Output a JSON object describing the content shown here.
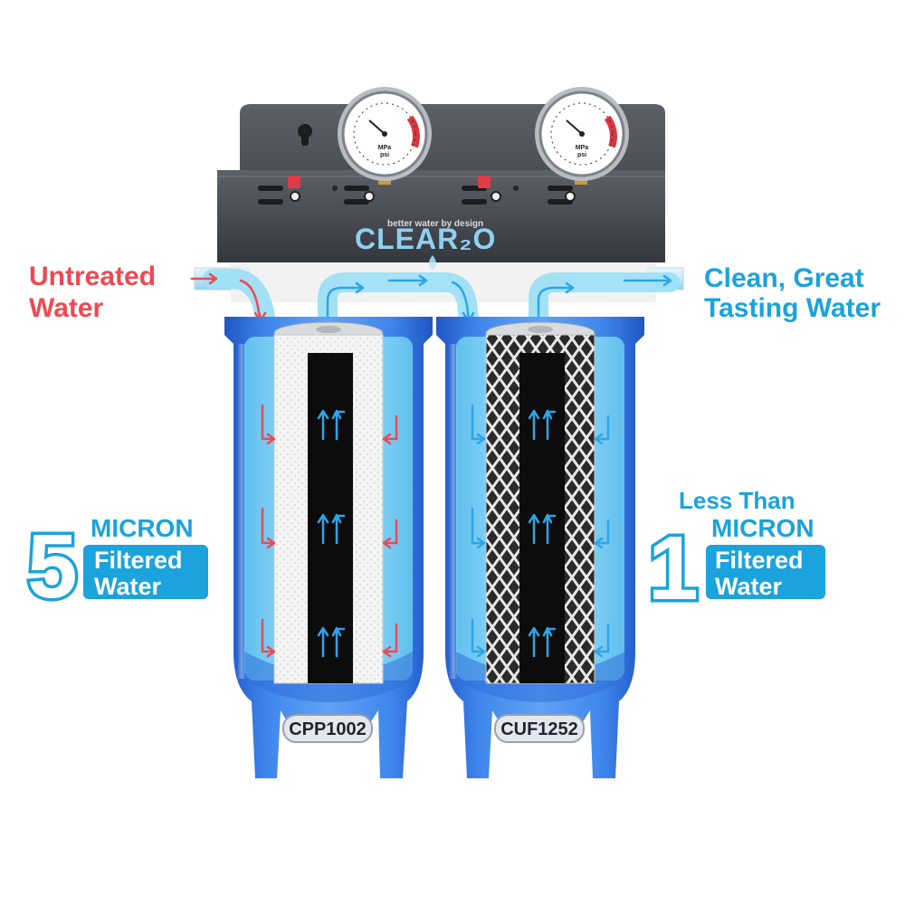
{
  "brand": {
    "tagline": "better water by design",
    "logo_text": "CLEAR₂O"
  },
  "inlet": {
    "line1": "Untreated",
    "line2": "Water",
    "color": "#ec4a52"
  },
  "outlet": {
    "line1": "Clean, Great",
    "line2": "Tasting Water",
    "color": "#1aa3dc"
  },
  "stage1": {
    "number": "5",
    "unit": "MICRON",
    "line1": "Filtered",
    "line2": "Water",
    "cartridge_label": "CPP1002",
    "media": "pleated polypropylene"
  },
  "stage2": {
    "prefix": "Less Than",
    "number": "1",
    "unit": "MICRON",
    "line1": "Filtered",
    "line2": "Water",
    "cartridge_label": "CUF1252",
    "media": "carbon block with mesh"
  },
  "gauges": [
    {
      "units_top": "MPa",
      "units_bottom": "psi"
    },
    {
      "units_top": "MPa",
      "units_bottom": "psi"
    }
  ],
  "colors": {
    "housing_blue": "#2f6fd8",
    "water_light": "#8fdcf5",
    "arrow_blue": "#2ea5e8",
    "arrow_red": "#ec4a52",
    "bracket": "#4a4e56"
  }
}
